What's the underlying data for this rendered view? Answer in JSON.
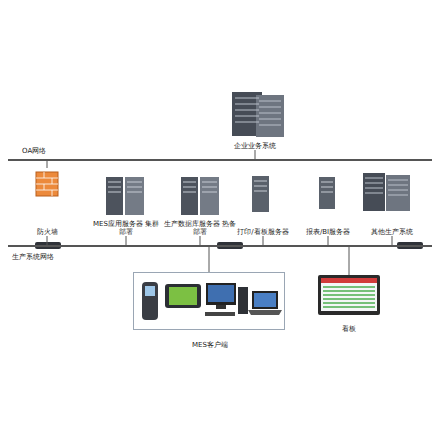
{
  "diagram": {
    "nodes": [
      {
        "text": [
          "OA网络"
        ]
      },
      {
        "text": [
          "企业业务系统"
        ]
      },
      {
        "text": [
          "防火墙"
        ]
      },
      {
        "text": [
          "MES应用服务器 集群部署"
        ]
      },
      {
        "text": [
          "生产数据库服务器 热备部署"
        ]
      },
      {
        "text": [
          "打印/看板服务器"
        ]
      },
      {
        "text": [
          "报表/BI服务器"
        ]
      },
      {
        "text": [
          "其他生产系统"
        ]
      },
      {
        "text": [
          "生产系统网络"
        ]
      },
      {
        "text": [
          "MES客户端"
        ]
      },
      {
        "text": [
          "看板"
        ]
      }
    ],
    "edges": [
      {
        "from": 1,
        "to": 0,
        "arrow": "none"
      },
      {
        "from": 2,
        "to": 0,
        "arrow": "none"
      },
      {
        "from": 2,
        "to": 8,
        "arrow": "none"
      },
      {
        "from": 3,
        "to": 8,
        "arrow": "none"
      },
      {
        "from": 4,
        "to": 8,
        "arrow": "none"
      },
      {
        "from": 5,
        "to": 8,
        "arrow": "none"
      },
      {
        "from": 6,
        "to": 8,
        "arrow": "none"
      },
      {
        "from": 7,
        "to": 8,
        "arrow": "none"
      },
      {
        "from": 9,
        "to": 8,
        "arrow": "none"
      },
      {
        "from": 10,
        "to": 8,
        "arrow": "none"
      }
    ]
  }
}
